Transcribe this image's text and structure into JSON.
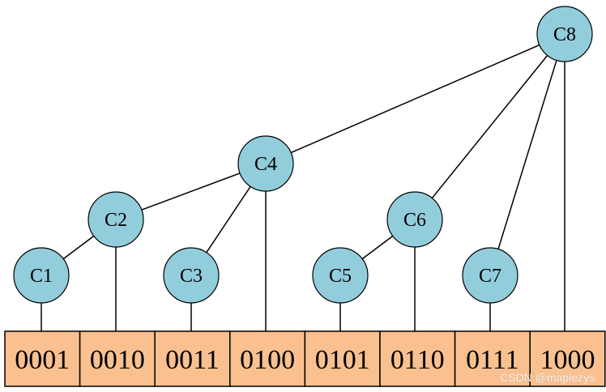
{
  "nodes": [
    {
      "id": "C1",
      "label": "C1"
    },
    {
      "id": "C2",
      "label": "C2"
    },
    {
      "id": "C3",
      "label": "C3"
    },
    {
      "id": "C4",
      "label": "C4"
    },
    {
      "id": "C5",
      "label": "C5"
    },
    {
      "id": "C6",
      "label": "C6"
    },
    {
      "id": "C7",
      "label": "C7"
    },
    {
      "id": "C8",
      "label": "C8"
    }
  ],
  "cells": [
    "0001",
    "0010",
    "0011",
    "0100",
    "0101",
    "0110",
    "0111",
    "1000"
  ],
  "edges": [
    [
      "C1",
      "C2"
    ],
    [
      "C2",
      "C4"
    ],
    [
      "C3",
      "C4"
    ],
    [
      "C4",
      "C8"
    ],
    [
      "C5",
      "C6"
    ],
    [
      "C6",
      "C8"
    ],
    [
      "C7",
      "C8"
    ]
  ],
  "watermark": "CSDN @maplezys",
  "colors": {
    "node_fill": "#92cddc",
    "cell_fill": "#fac090",
    "line": "#000000"
  }
}
